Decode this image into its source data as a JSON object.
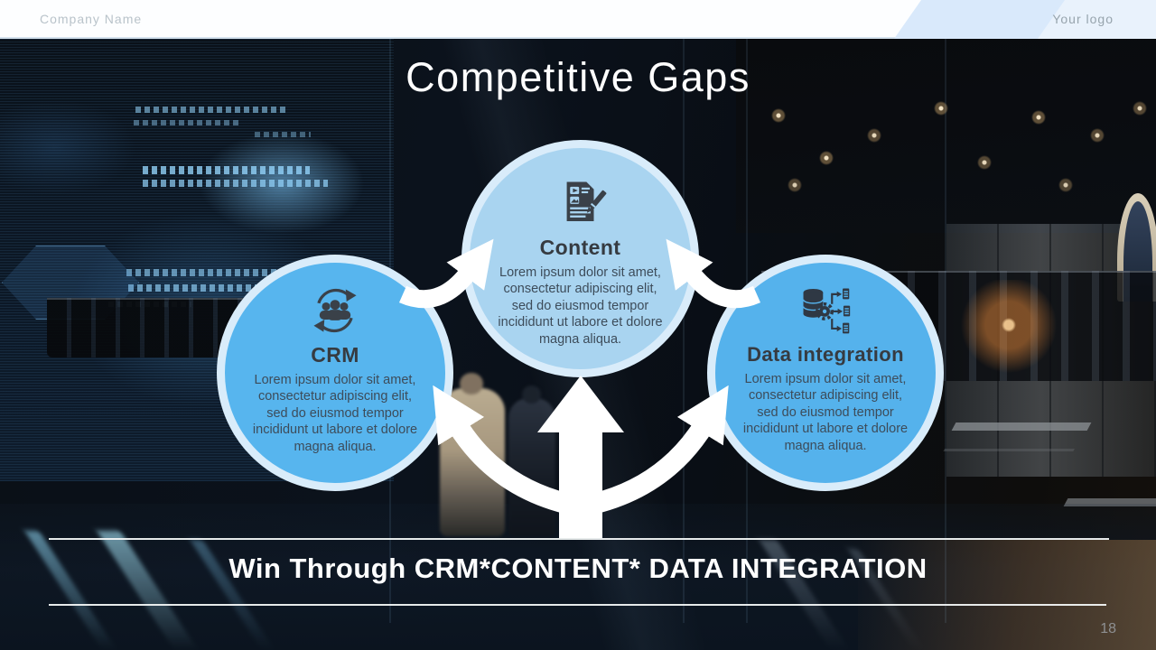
{
  "header": {
    "company_name": "Company Name",
    "logo_text": "Your logo"
  },
  "title": "Competitive Gaps",
  "circles": [
    {
      "title": "CRM",
      "icon": "people-sync-icon",
      "body": "Lorem ipsum dolor sit amet,\nconsectetur adipiscing elit,\nsed do eiusmod tempor\nincididunt ut labore et dolore\nmagna aliqua."
    },
    {
      "title": "Content",
      "icon": "media-document-icon",
      "body": "Lorem ipsum dolor sit amet,\nconsectetur adipiscing elit,\nsed do eiusmod tempor\nincididunt ut labore et dolore\nmagna aliqua."
    },
    {
      "title": "Data integration",
      "icon": "database-flow-icon",
      "body": "Lorem ipsum dolor sit amet,\nconsectetur adipiscing elit,\nsed do eiusmod tempor\nincididunt ut labore et dolore\nmagna aliqua."
    }
  ],
  "banner": {
    "text": "Win Through CRM*CONTENT* DATA INTEGRATION"
  },
  "page_number": "18",
  "colors": {
    "circle_side_fill": "#57b5ee",
    "circle_center_fill": "#a9d4f0",
    "circle_ring": "#d9ecfa",
    "header_accent_band": "#d9e9fb",
    "arrow": "#ffffff",
    "title_text": "#ffffff",
    "banner_text": "#ffffff",
    "circle_title_text": "#363b41",
    "circle_body_text": "#3d4c5a"
  }
}
